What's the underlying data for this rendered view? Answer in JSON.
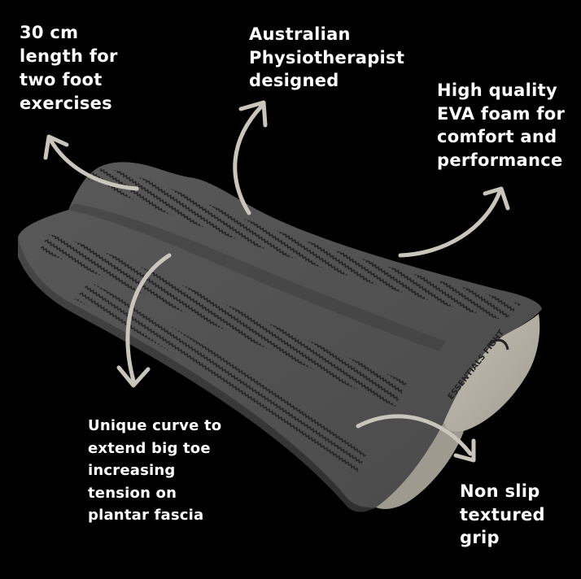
{
  "callouts": {
    "length": [
      "30 cm",
      "length for",
      "two foot",
      "exercises"
    ],
    "designed": [
      "Australian",
      "Physiotherapist",
      "designed"
    ],
    "foam": [
      "High quality",
      "EVA foam for",
      "comfort and",
      "performance"
    ],
    "curve": [
      "Unique curve to",
      "extend big toe",
      "increasing",
      "tension on",
      "plantar fascia"
    ],
    "grip": [
      "Non slip",
      "textured",
      "grip"
    ]
  },
  "product": {
    "end_logo_text": "ESSENTIALS FIGHT"
  },
  "colors": {
    "background": "#000000",
    "text": "#ffffff",
    "arrow": "#c9c4bc",
    "foam_top": "#555555",
    "foam_side": "#3b3b3b",
    "end_face": "#b9b4aa"
  }
}
